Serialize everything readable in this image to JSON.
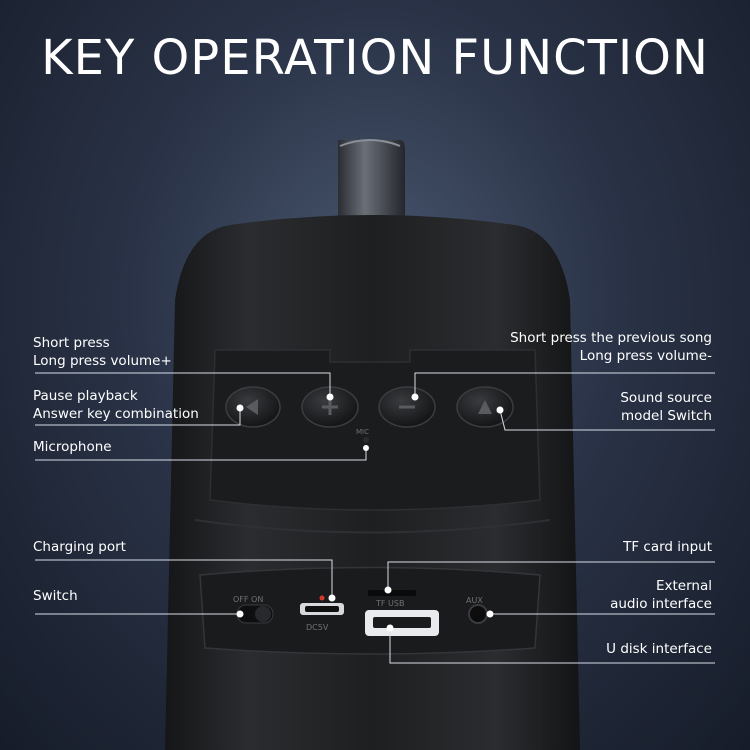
{
  "title": "KEY OPERATION FUNCTION",
  "labels": {
    "short_press_line1": "Short press",
    "short_press_line2": "Long press volume+",
    "pause_line1": "Pause playback",
    "pause_line2": "Answer key combination",
    "microphone": "Microphone",
    "prev_line1": "Short press the previous song",
    "prev_line2": "Long press volume-",
    "source_line1": "Sound source",
    "source_line2": "model Switch",
    "charging": "Charging port",
    "switch": "Switch",
    "tf_card": "TF card input",
    "external_line1": "External",
    "external_line2": "audio interface",
    "udisk": "U disk interface"
  },
  "device_markings": {
    "off_on": "OFF ON",
    "dc5v": "DC5V",
    "tf_usb": "TF  USB",
    "aux": "AUX",
    "mic": "MIC"
  },
  "colors": {
    "text": "#ffffff",
    "leader_line": "#d8dde6",
    "dot": "#ffffff"
  }
}
